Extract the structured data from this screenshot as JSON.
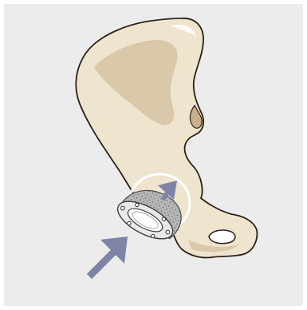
{
  "illustration": {
    "subject": "pelvis-with-acetabular-cup-implant",
    "colors": {
      "background": "#ececec",
      "bone_fill": "#efe4ce",
      "bone_shadow": "#c9b08e",
      "bone_outline": "#2a2118",
      "socket_highlight": "#ffffff",
      "cup_porous": "#b9b9b9",
      "cup_rim": "#e9e9e9",
      "cup_inner": "#ffffff",
      "arrow": "#7f84a7"
    },
    "arrows": [
      {
        "name": "insertion-arrow",
        "direction": "up-right"
      },
      {
        "name": "seating-arrow",
        "direction": "up-right"
      }
    ]
  }
}
